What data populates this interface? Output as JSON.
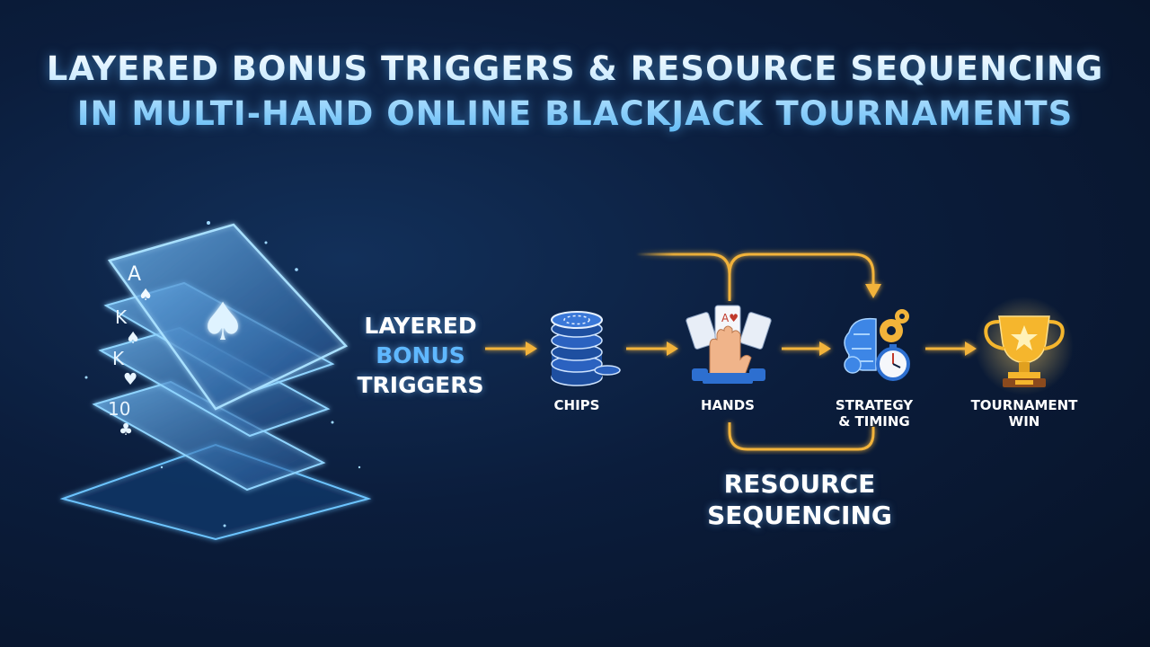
{
  "title": {
    "line1": "LAYERED BONUS TRIGGERS & RESOURCE SEQUENCING",
    "line2": "IN MULTI-HAND ONLINE BLACKJACK TOURNAMENTS"
  },
  "left_label": {
    "line1": "LAYERED",
    "line2": "BONUS",
    "line3": "TRIGGERS"
  },
  "cards": [
    {
      "rank": "A",
      "suit": "spade-icon"
    },
    {
      "rank": "K",
      "suit": "spade-icon"
    },
    {
      "rank": "K",
      "suit": "heart-icon"
    },
    {
      "rank": "10",
      "suit": "club-icon"
    }
  ],
  "nodes": [
    {
      "label": "CHIPS",
      "icon": "chip-stack-icon"
    },
    {
      "label": "HANDS",
      "icon": "hands-cards-icon"
    },
    {
      "label": "STRATEGY\n& TIMING",
      "icon": "brain-gear-stopwatch-icon"
    },
    {
      "label": "TOURNAMENT\nWIN",
      "icon": "trophy-icon"
    }
  ],
  "bottom_label": {
    "line1": "RESOURCE",
    "line2": "SEQUENCING"
  },
  "colors": {
    "accent_gold": "#f2b33a",
    "accent_blue": "#5fb8ff",
    "background": "#0b1d3c"
  }
}
